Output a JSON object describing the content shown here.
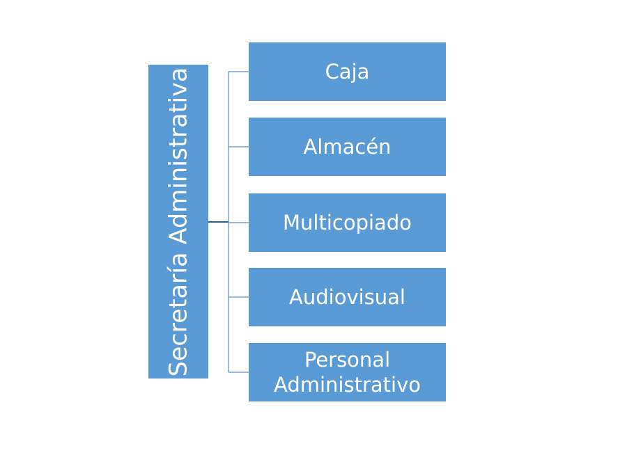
{
  "diagram": {
    "root": {
      "label": "Secretaría Administrativa"
    },
    "children": [
      {
        "label": "Caja"
      },
      {
        "label": "Almacén"
      },
      {
        "label": "Multicopiado"
      },
      {
        "label": "Audiovisual"
      },
      {
        "label": "Personal Administrativo"
      }
    ],
    "colors": {
      "box_fill": "#5b9bd5",
      "box_text": "#ffffff",
      "connector": "#5b8fc7",
      "connector_root": "#2e5f8a"
    }
  }
}
